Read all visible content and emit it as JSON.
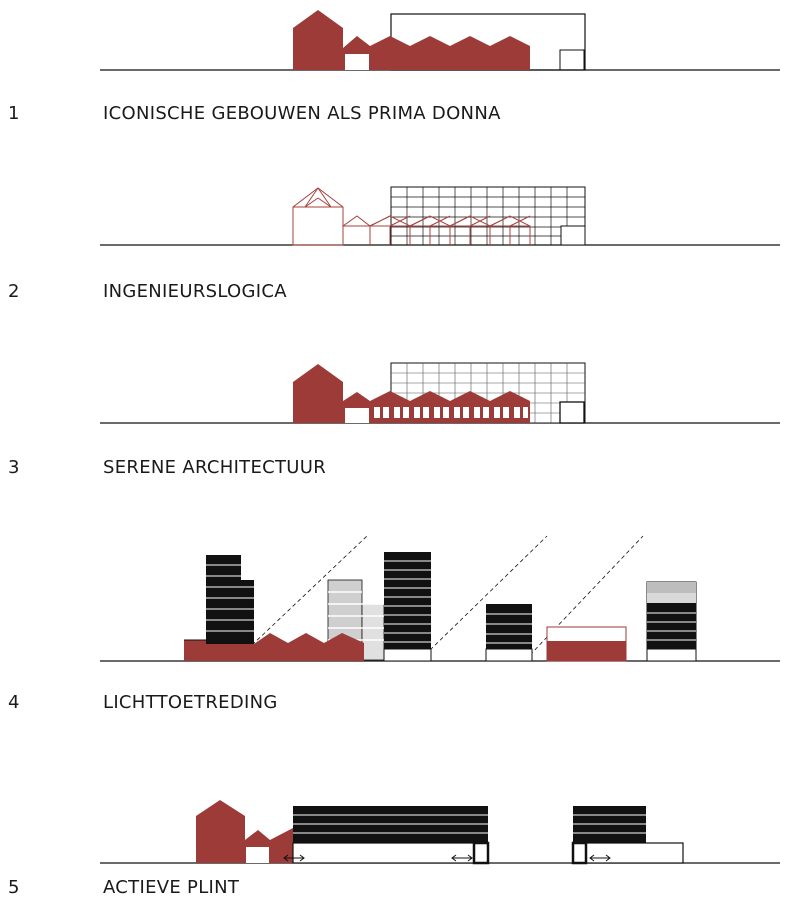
{
  "colors": {
    "brick": "#9c3b37",
    "brick_line": "#a8403c",
    "ink": "#111111",
    "grey": "#bdbdbd",
    "grey_light": "#d9d9d9"
  },
  "diagrams": [
    {
      "number": "1",
      "caption": "ICONISCHE  GEBOUWEN ALS PRIMA DONNA"
    },
    {
      "number": "2",
      "caption": "INGENIEURSLOGICA"
    },
    {
      "number": "3",
      "caption": "SERENE ARCHITECTUUR"
    },
    {
      "number": "4",
      "caption": "LICHTTOETREDING"
    },
    {
      "number": "5",
      "caption": "ACTIEVE PLINT"
    }
  ]
}
